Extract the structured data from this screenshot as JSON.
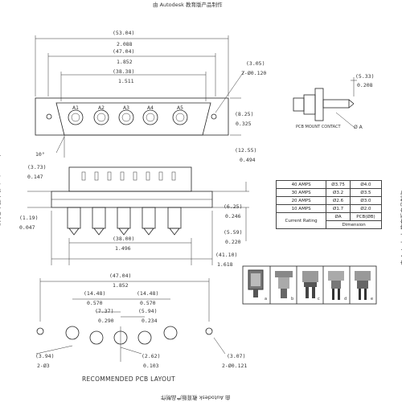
{
  "watermark": "由 Autodesk 教育版产品制作",
  "top_dims": {
    "d1_mm": "(53.04)",
    "d1_in": "2.088",
    "d2_mm": "(47.04)",
    "d2_in": "1.852",
    "d3_mm": "(38.38)",
    "d3_in": "1.511",
    "hole_mm": "(3.05)",
    "hole_in": "2-Ø0.120",
    "h_mm": "(8.25)",
    "h_in": "0.325",
    "ang": "10°",
    "side_mm": "(12.55)",
    "side_in": "0.494",
    "pin_mm": "(5.33)",
    "pin_in": "0.208"
  },
  "contacts": [
    "A1",
    "A2",
    "A3",
    "A4",
    "A5"
  ],
  "side_labels": {
    "small_note": "PCB MOUNT CONTACT",
    "dia": "Ø A"
  },
  "front_dims": {
    "a_mm": "(3.73)",
    "a_in": "0.147",
    "b_mm": "(1.19)",
    "b_in": "0.047",
    "c_mm": "(38.00)",
    "c_in": "1.496",
    "d_mm": "(41.10)",
    "d_in": "1.618",
    "e_mm": "(6.25)",
    "e_in": "0.246",
    "f_mm": "(5.59)",
    "f_in": "0.220"
  },
  "rating_table": {
    "rows": [
      {
        "rating": "40 AMPS",
        "a": "Ø3.75",
        "b": "Ø4.0"
      },
      {
        "rating": "30 AMPS",
        "a": "Ø3.2",
        "b": "Ø3.5"
      },
      {
        "rating": "20 AMPS",
        "a": "Ø2.6",
        "b": "Ø3.0"
      },
      {
        "rating": "10 AMPS",
        "a": "Ø1.7",
        "b": "Ø2.0"
      }
    ],
    "footer_label": "Current Rating",
    "col_a": "ØA",
    "col_b": "PCB(ØB)",
    "dimension": "Dimension"
  },
  "pcb_dims": {
    "w_mm": "(47.04)",
    "w_in": "1.852",
    "l1_mm": "(14.48)",
    "l1_in": "0.570",
    "l2_mm": "(14.48)",
    "l2_in": "0.570",
    "l3_mm": "(7.37)",
    "l3_in": "0.290",
    "l4_mm": "(5.94)",
    "l4_in": "0.234",
    "hole_l_mm": "(3.94)",
    "hole_l_in": "2-Ø3",
    "hole_c_mm": "(2.62)",
    "hole_c_in": "0.103",
    "hole_r_mm": "(3.07)",
    "hole_r_in": "2-Ø0.121",
    "title": "RECOMMENDED PCB LAYOUT"
  },
  "photo_labels": [
    "a",
    "b",
    "c",
    "d",
    "e"
  ]
}
